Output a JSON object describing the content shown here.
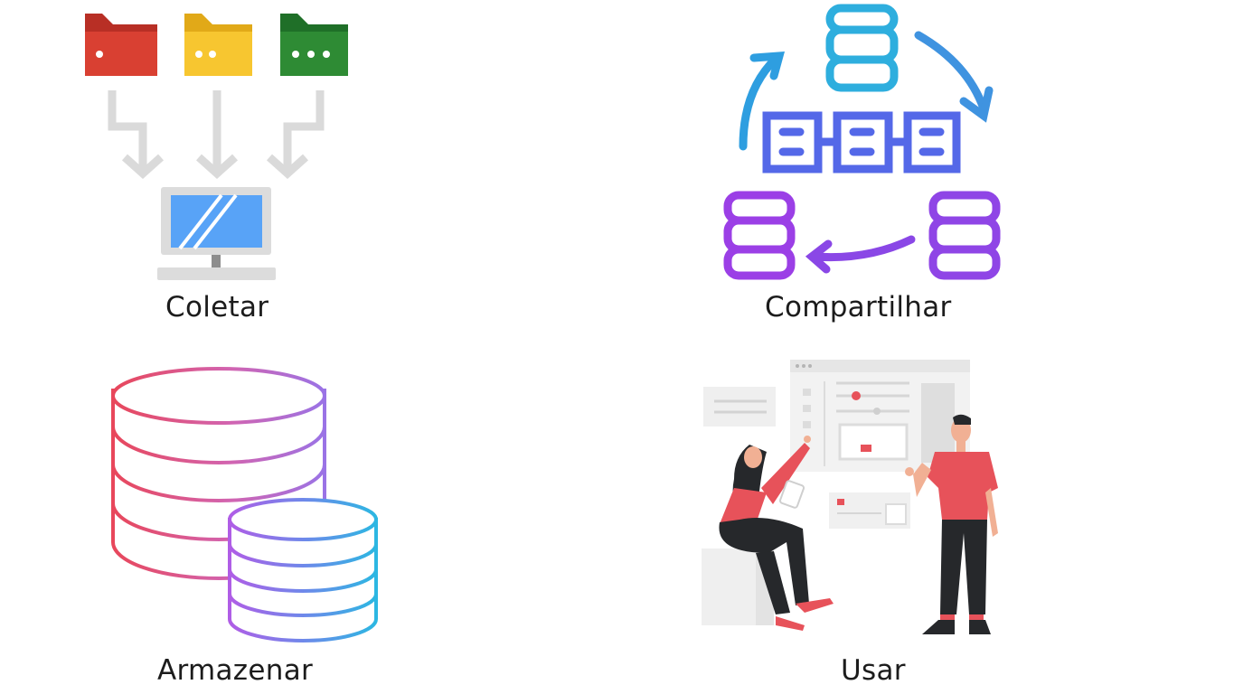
{
  "labels": {
    "collect": "Coletar",
    "share": "Compartilhar",
    "store": "Armazenar",
    "use": "Usar"
  },
  "icons": {
    "collect": [
      "red-folder-icon",
      "yellow-folder-icon",
      "green-folder-icon",
      "down-arrow-icon",
      "monitor-icon"
    ],
    "share": [
      "database-icon",
      "circular-arrow-icon",
      "network-node-icon"
    ],
    "store": [
      "stacked-database-icon"
    ],
    "use": [
      "people-dashboard-illustration"
    ]
  },
  "colors": {
    "red": "#d94032",
    "yellow": "#f7c02a",
    "green": "#2e8b34",
    "monitor_screen": "#58a3f7",
    "arrow_gray": "#dadada",
    "accent_red": "#e7525a",
    "dark_clothing": "#26282b"
  }
}
